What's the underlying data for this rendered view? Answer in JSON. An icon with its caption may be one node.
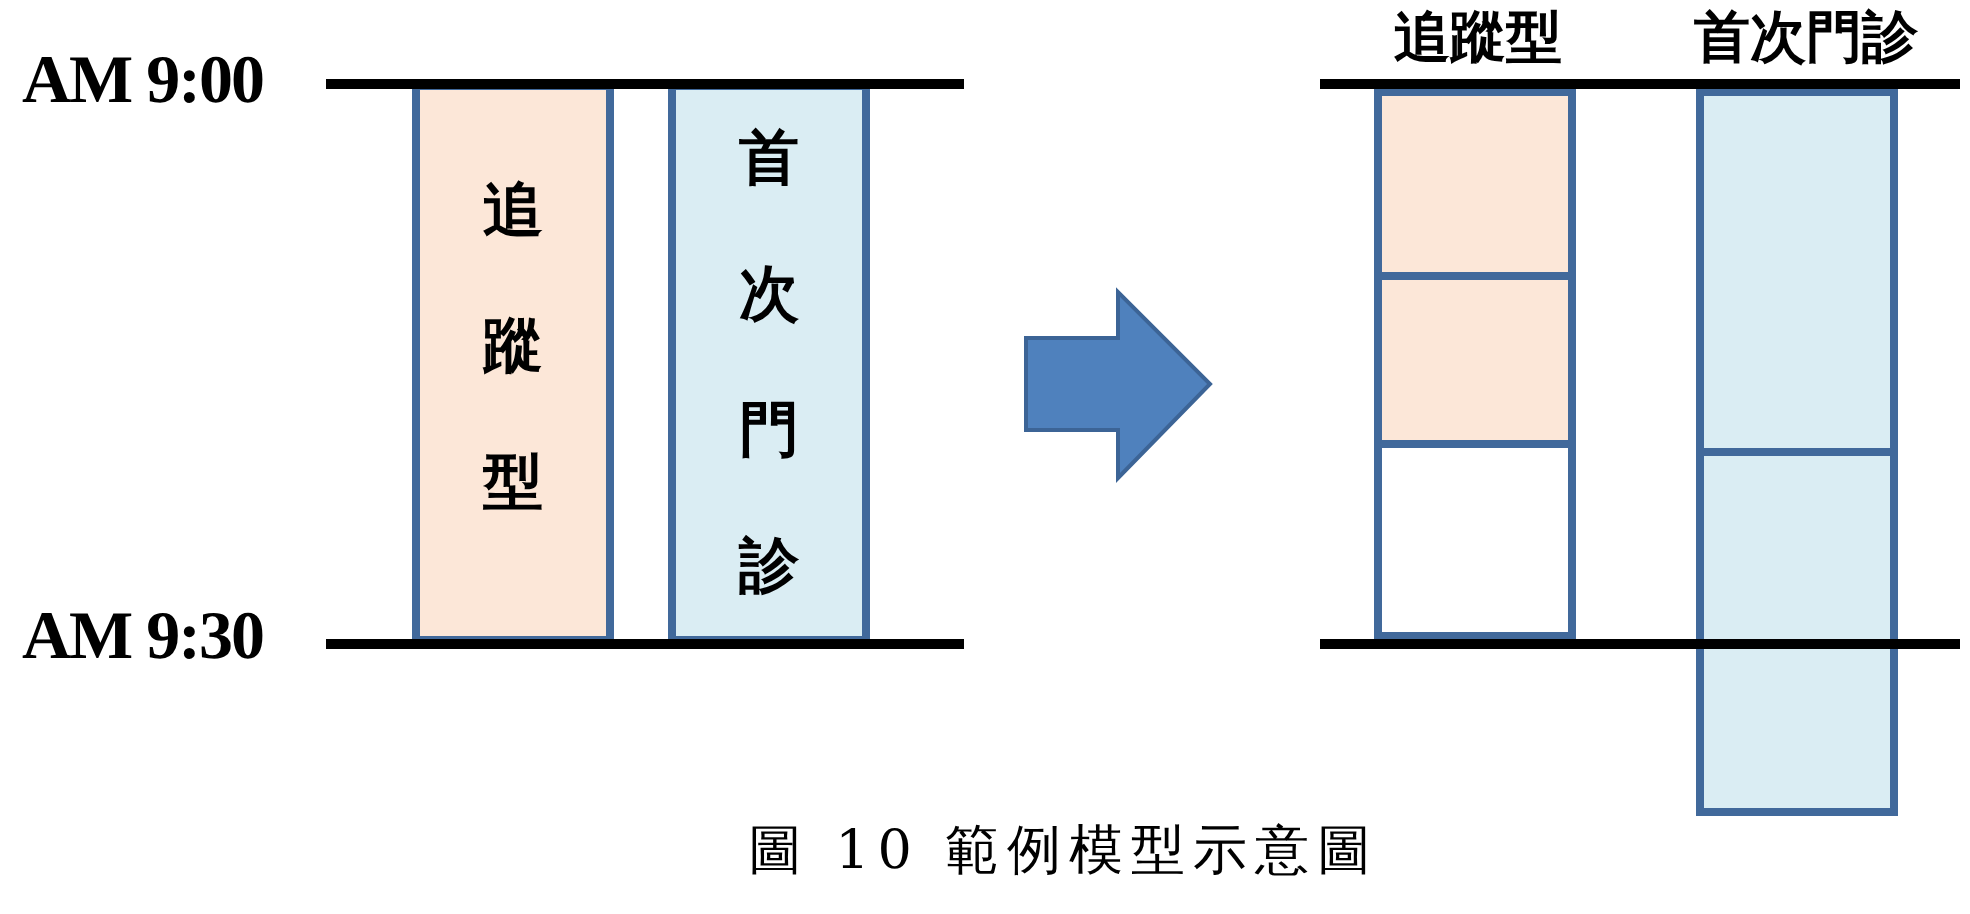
{
  "diagram": {
    "caption": "圖 10 範例模型示意圖",
    "nodes": [
      {
        "text": [
          "追蹤型"
        ]
      },
      {
        "text": [
          "首次門診"
        ]
      },
      {
        "text": [],
        "shape": "box"
      },
      {
        "text": [],
        "shape": "box"
      },
      {
        "text": [],
        "shape": "box"
      },
      {
        "text": [],
        "shape": "box"
      },
      {
        "text": [],
        "shape": "box"
      }
    ],
    "labels": [
      "AM 9:00",
      "AM 9:30",
      "追蹤型",
      "首次門診"
    ]
  }
}
